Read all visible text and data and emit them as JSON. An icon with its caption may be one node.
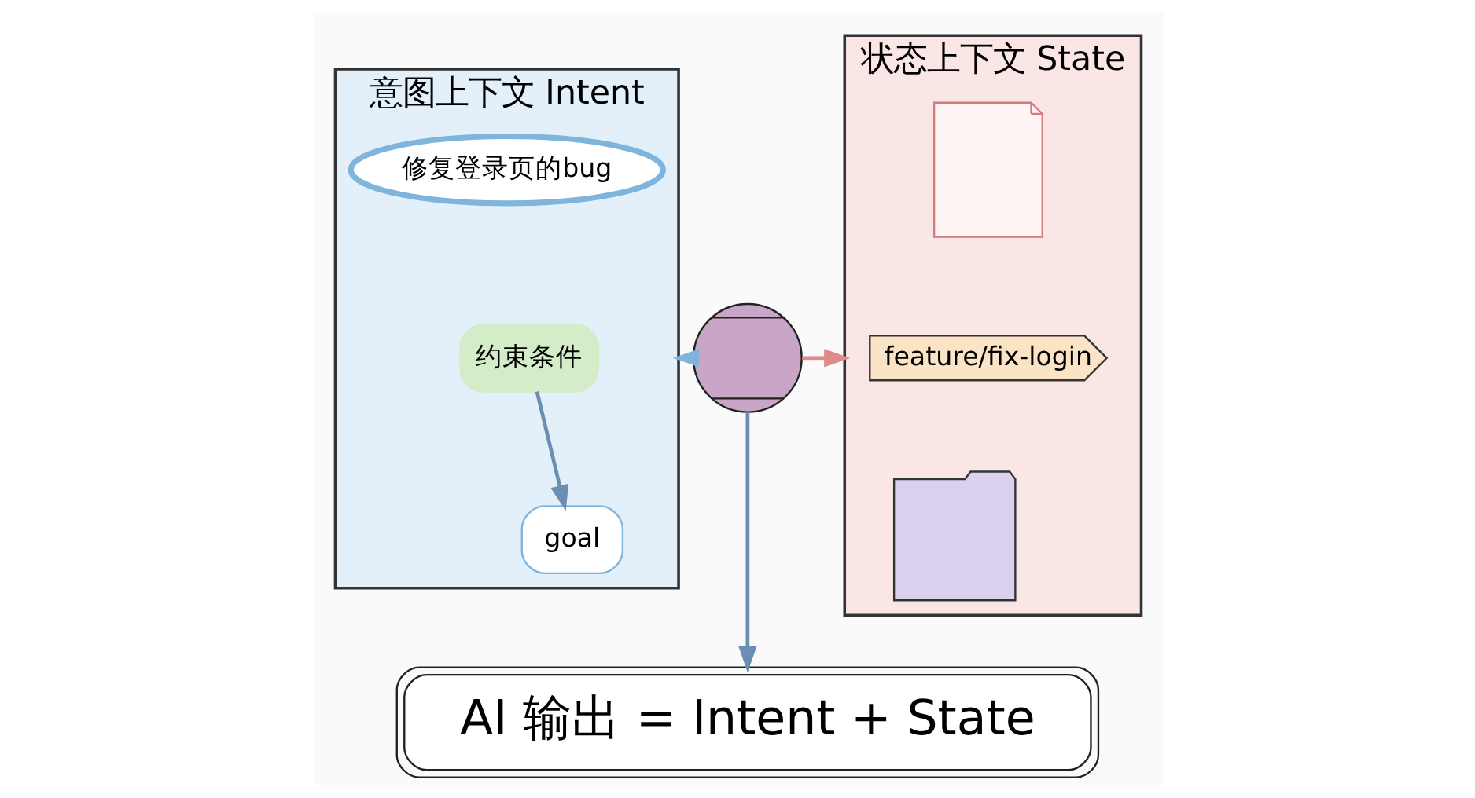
{
  "diagram": {
    "nodes": [
      {
        "text": [
          "意图上下文 Intent"
        ]
      },
      {
        "text": [
          "修复登录页的bug"
        ],
        "in": 0
      },
      {
        "text": [
          "约束条件"
        ],
        "in": 0
      },
      {
        "text": [
          "goal"
        ],
        "in": 0
      },
      {
        "text": [],
        "shape": "plus"
      },
      {
        "text": [
          "状态上下文 State"
        ]
      },
      {
        "text": [],
        "shape": "document",
        "in": 5
      },
      {
        "text": [
          "feature/fix-login"
        ],
        "in": 5
      },
      {
        "text": [],
        "shape": "folder",
        "in": 5
      },
      {
        "text": [
          "AI 输出 = Intent + State"
        ]
      }
    ],
    "edges": [
      {
        "from": 2,
        "to": 3,
        "arrow": "to"
      },
      {
        "from": 4,
        "to": 0,
        "arrow": "to",
        "color": "#7fb4dc"
      },
      {
        "from": 4,
        "to": 5,
        "arrow": "to",
        "color": "#e08a8a"
      },
      {
        "from": 4,
        "to": 9,
        "arrow": "to"
      }
    ]
  }
}
